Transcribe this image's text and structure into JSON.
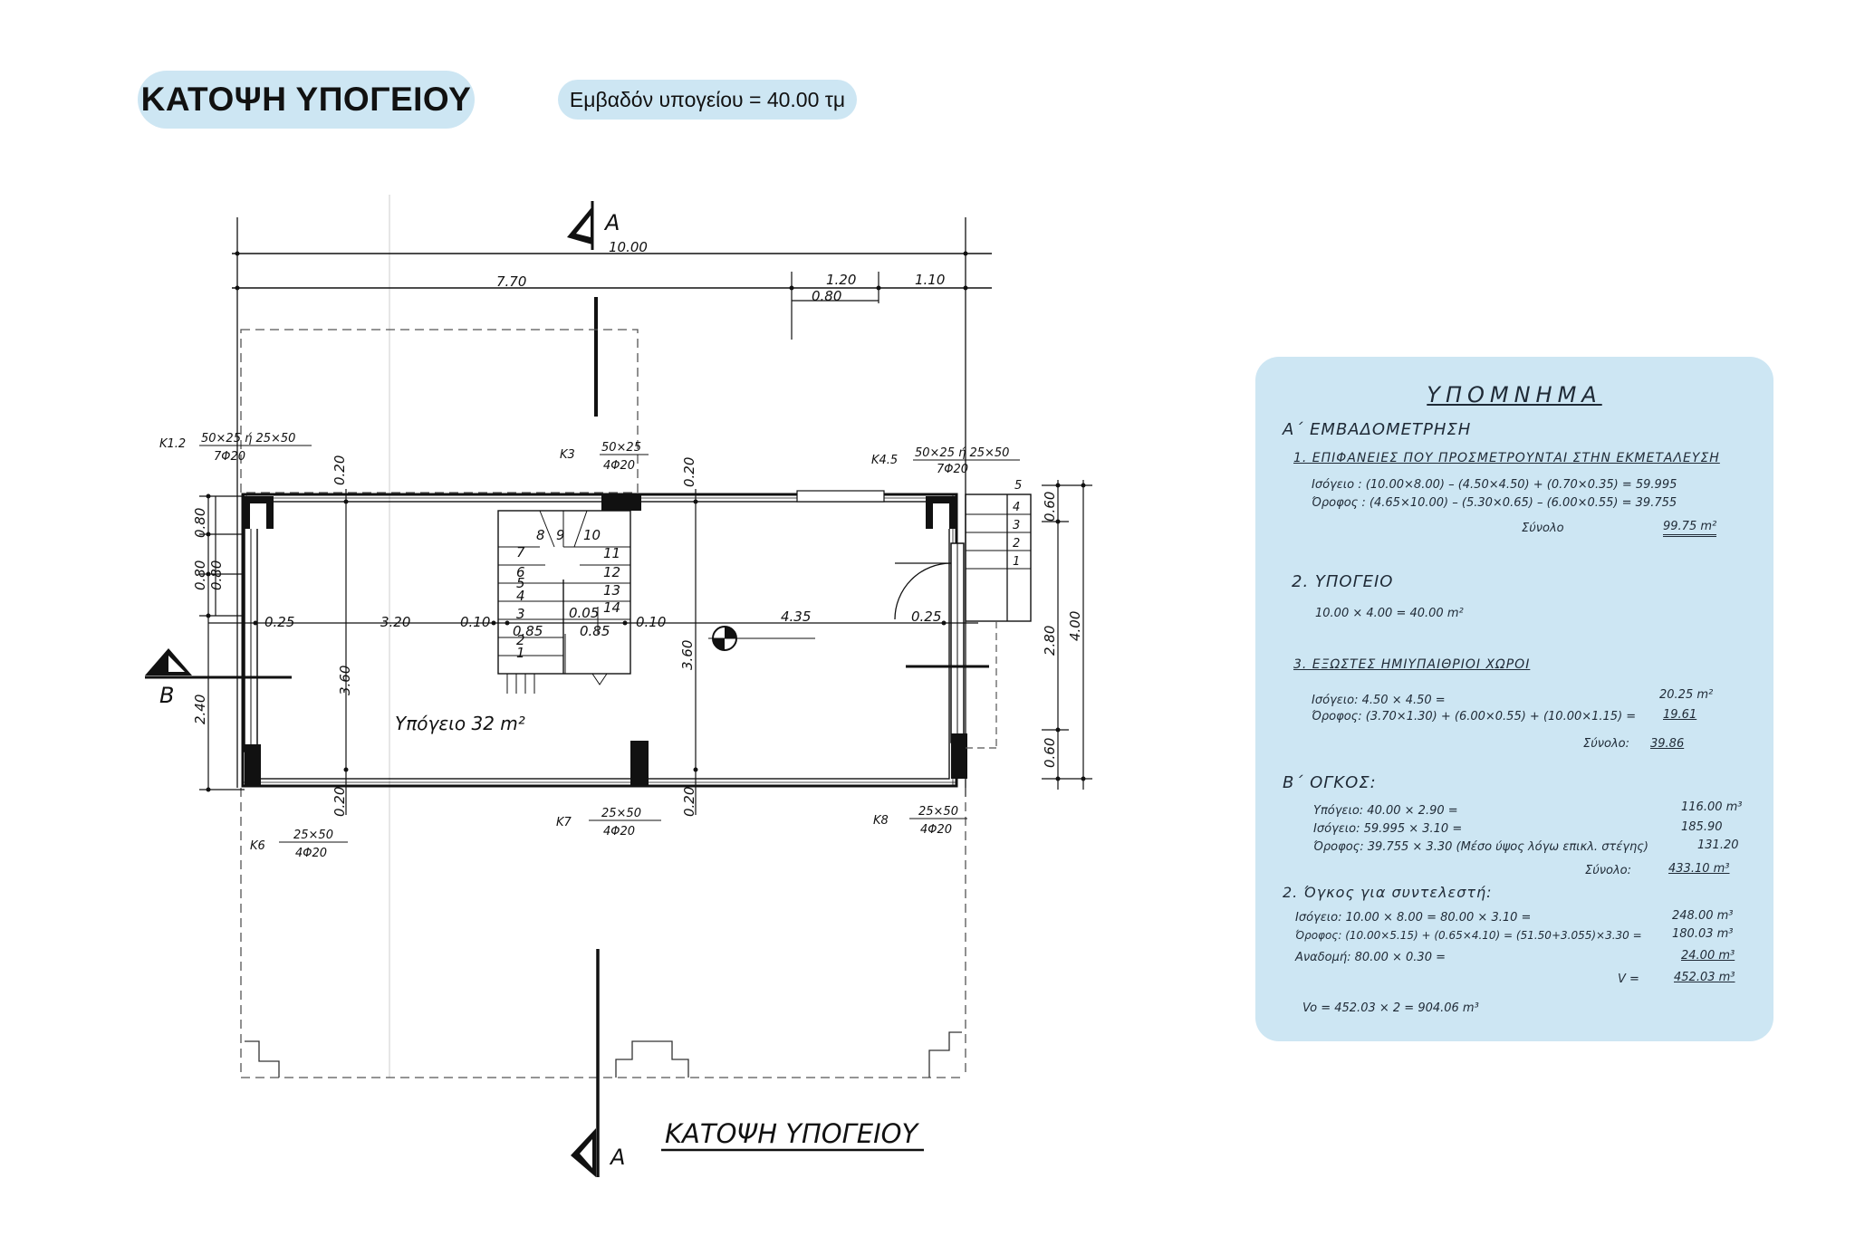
{
  "header": {
    "title": "ΚΑΤΟΨΗ ΥΠΟΓΕΙΟΥ",
    "area_label": "Εμβαδόν υπογείου = 40.00 τμ"
  },
  "plan": {
    "section_marker": "A",
    "side_marker": "B",
    "drawing_title": "ΚΑΤΟΨΗ ΥΠΟΓΕΙΟΥ",
    "room_label": "Υπόγειο 32 m²",
    "dims": {
      "total_width": "10.00",
      "seg_770": "7.70",
      "seg_120": "1.20",
      "seg_110": "1.10",
      "seg_080": "0.80",
      "left_080a": "0.80",
      "left_080b": "0.80",
      "left_080c": "0.80",
      "left_240": "2.40",
      "d_025a": "0.25",
      "d_320": "3.20",
      "d_010a": "0.10",
      "d_085a": "0.85",
      "d_005": "0.05",
      "d_085b": "0.85",
      "d_010b": "0.10",
      "d_435": "4.35",
      "d_025b": "0.25",
      "d_360a": "3.60",
      "d_360b": "3.60",
      "d_020a": "0.20",
      "d_020b": "0.20",
      "d_020c": "0.20",
      "d_020d": "0.20",
      "r_060a": "0.60",
      "r_280": "2.80",
      "r_060b": "0.60",
      "r_400": "4.00"
    },
    "columns": {
      "k12_name": "K1.2",
      "k12_size": "50×25 ή 25×50",
      "k12_rebar": "7Φ20",
      "k3_name": "K3",
      "k3_size": "50×25",
      "k3_rebar": "4Φ20",
      "k45_name": "K4.5",
      "k45_size": "50×25 ή 25×50",
      "k45_rebar": "7Φ20",
      "k6_name": "K6",
      "k6_size": "25×50",
      "k6_rebar": "4Φ20",
      "k7_name": "K7",
      "k7_size": "25×50",
      "k7_rebar": "4Φ20",
      "k8_name": "K8",
      "k8_size": "25×50",
      "k8_rebar": "4Φ20"
    },
    "stairs": {
      "s1": "1",
      "s2": "2",
      "s3": "3",
      "s4": "4",
      "s5": "5",
      "s6": "6",
      "s7": "7",
      "s8": "8",
      "s9": "9",
      "s10": "10",
      "s11": "11",
      "s12": "12",
      "s13": "13",
      "s14": "14"
    },
    "ext_stairs": {
      "e1": "1",
      "e2": "2",
      "e3": "3",
      "e4": "4",
      "e5": "5"
    }
  },
  "legend": {
    "title": "ΥΠΟΜΝΗΜΑ",
    "sec_a": "Α΄ ΕΜΒΑΔΟΜΕΤΡΗΣΗ",
    "a1_title": "1.  ΕΠΙΦΑΝΕΙΕΣ ΠΟΥ ΠΡΟΣΜΕΤΡΟΥΝΤΑΙ ΣΤΗΝ ΕΚΜΕΤΑΛΕΥΣΗ",
    "a1_row1": "Ισόγειο : (10.00×8.00) – (4.50×4.50) + (0.70×0.35) = 59.995",
    "a1_row2": "Όροφος : (4.65×10.00) – (5.30×0.65) – (6.00×0.55) = 39.755",
    "a1_sum_label": "Σύνολο",
    "a1_sum_value": "99.75 m²",
    "a2_title": "2. ΥΠΟΓΕΙΟ",
    "a2_row": "10.00 × 4.00 = 40.00 m²",
    "a3_title": "3. ΕΞΩΣΤΕΣ  ΗΜΙΥΠΑΙΘΡΙΟΙ ΧΩΡΟΙ",
    "a3_row1_label": "Ισόγειο:  4.50 × 4.50 =",
    "a3_row1_value": "20.25 m²",
    "a3_row2_label": "Όροφος:  (3.70×1.30) + (6.00×0.55) + (10.00×1.15) =",
    "a3_row2_value": "19.61",
    "a3_sum_label": "Σύνολο:",
    "a3_sum_value": "39.86",
    "sec_b": "Β΄ ΟΓΚΟΣ:",
    "b_row1_label": "Υπόγειο:   40.00 × 2.90 =",
    "b_row1_value": "116.00 m³",
    "b_row2_label": "Ισόγειο:   59.995 × 3.10 =",
    "b_row2_value": "185.90",
    "b_row3_label": "Όροφος:   39.755 × 3.30 (Μέσο ύψος λόγω επικλ. στέγης)",
    "b_row3_value": "131.20",
    "b_sum_label": "Σύνολο:",
    "b_sum_value": "433.10 m³",
    "b2_title": "2. Όγκος για συντελεστή:",
    "b2_row1_label": "Ισόγειο:  10.00 × 8.00 = 80.00 × 3.10 =",
    "b2_row1_value": "248.00 m³",
    "b2_row2_label": "Όροφος: (10.00×5.15) + (0.65×4.10) = (51.50+3.055)×3.30 =",
    "b2_row2_value": "180.03 m³",
    "b2_row3_label": "Αναδομή:  80.00 × 0.30 =",
    "b2_row3_value": "24.00 m³",
    "b2_v_label": "V =",
    "b2_v_value": "452.03 m³",
    "b2_vo": "Vo = 452.03 × 2 = 904.06 m³"
  }
}
